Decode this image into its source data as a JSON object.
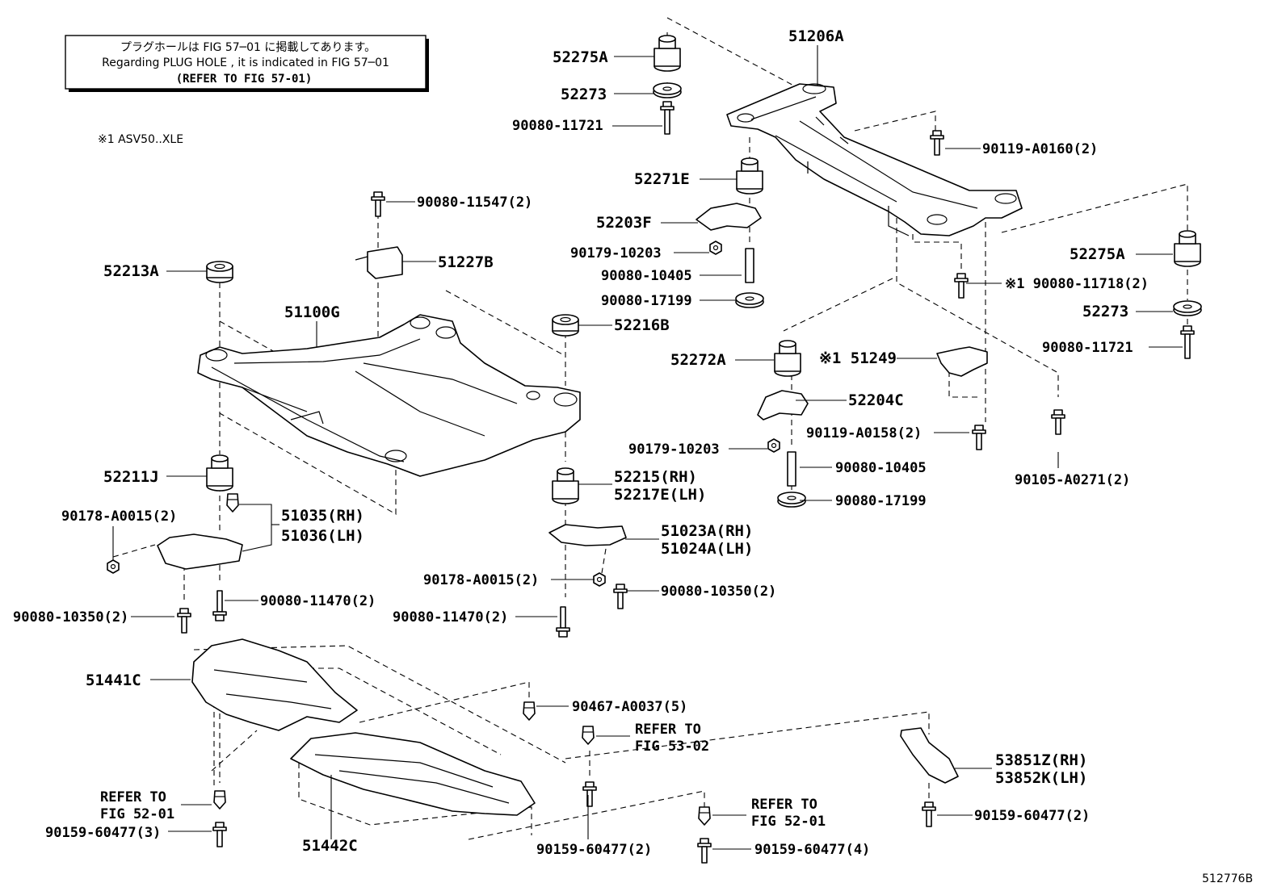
{
  "note": {
    "line1": "プラグホールは FIG 57─01 に掲載してあります。",
    "line2": "Regarding  PLUG  HOLE , it is indicated in  FIG  57─01",
    "line3": "(REFER TO FIG 57-01)"
  },
  "footnote": "※1 ASV50..XLE",
  "diagram_id": "512776B",
  "labels": {
    "p51206A": "51206A",
    "p52275A_top": "52275A",
    "p52273_top": "52273",
    "p90080_11721_top": "90080-11721",
    "p52271E": "52271E",
    "p52203F": "52203F",
    "p90179_10203_top": "90179-10203",
    "p90080_10405_top": "90080-10405",
    "p90080_17199_top": "90080-17199",
    "p90119_A0160": "90119-A0160(2)",
    "p52275A_right": "52275A",
    "p52273_right": "52273",
    "p90080_11718": "※1 90080-11718(2)",
    "p90080_11721_right": "90080-11721",
    "p90080_11547": "90080-11547(2)",
    "p51227B": "51227B",
    "p52213A": "52213A",
    "p51100G": "51100G",
    "p52216B": "52216B",
    "p52272A": "52272A",
    "p51249": "※1 51249",
    "p52204C": "52204C",
    "p90119_A0158": "90119-A0158(2)",
    "p90179_10203_mid": "90179-10203",
    "p90080_10405_mid": "90080-10405",
    "p90080_17199_mid": "90080-17199",
    "p90105_A0271": "90105-A0271(2)",
    "p52211J": "52211J",
    "p52215": "52215(RH)",
    "p52217E": "52217E(LH)",
    "p90178_A0015_left": "90178-A0015(2)",
    "p51035": "51035(RH)",
    "p51036": "51036(LH)",
    "p51023A": "51023A(RH)",
    "p51024A": "51024A(LH)",
    "p90178_A0015_mid": "90178-A0015(2)",
    "p90080_10350_mid": "90080-10350(2)",
    "p90080_10350_left": "90080-10350(2)",
    "p90080_11470_left": "90080-11470(2)",
    "p90080_11470_mid": "90080-11470(2)",
    "p51441C": "51441C",
    "p90467_A0037": "90467-A0037(5)",
    "refer_53_1": "REFER TO",
    "refer_53_2": "FIG 53-02",
    "p53851Z": "53851Z(RH)",
    "p53852K": "53852K(LH)",
    "refer_52a_1": "REFER TO",
    "refer_52a_2": "FIG 52-01",
    "p90159_60477_3": "90159-60477(3)",
    "p51442C": "51442C",
    "p90159_60477_2a": "90159-60477(2)",
    "refer_52b_1": "REFER TO",
    "refer_52b_2": "FIG 52-01",
    "p90159_60477_4": "90159-60477(4)",
    "p90159_60477_2b": "90159-60477(2)"
  }
}
